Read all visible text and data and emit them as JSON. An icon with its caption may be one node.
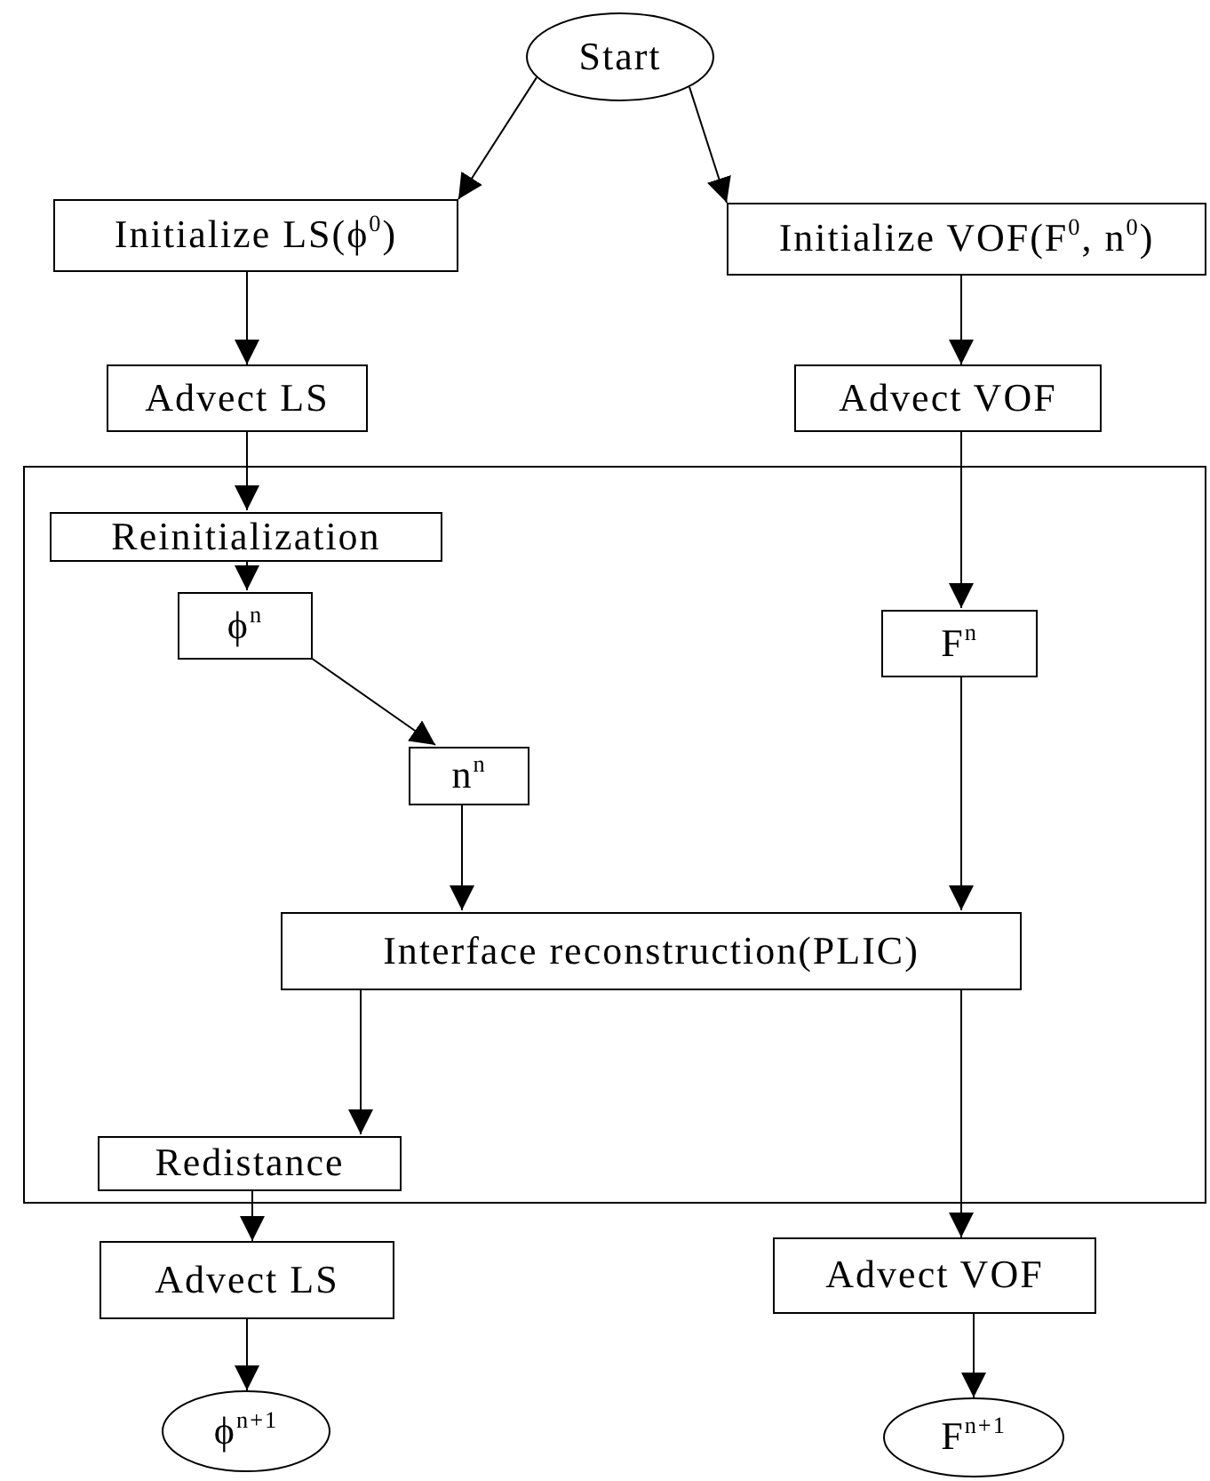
{
  "diagram": {
    "nodes": [
      {
        "text": [
          "Start"
        ]
      },
      {
        "text": [
          "Initialize LS(ϕ$^{0}$)"
        ]
      },
      {
        "text": [
          "Initialize VOF(F$^{0}$, n$^{0}$)"
        ]
      },
      {
        "text": [
          "Advect LS"
        ]
      },
      {
        "text": [
          "Advect VOF"
        ]
      },
      {
        "text": [],
        "shape": "box"
      },
      {
        "text": [
          "Reinitialization"
        ],
        "in": 5
      },
      {
        "text": [
          "ϕ$^{n}$"
        ],
        "in": 5
      },
      {
        "text": [
          "F$^{n}$"
        ],
        "in": 5
      },
      {
        "text": [
          "n$^{n}$"
        ],
        "in": 5
      },
      {
        "text": [
          "Interface reconstruction(PLIC)"
        ],
        "in": 5
      },
      {
        "text": [
          "Redistance"
        ],
        "in": 5
      },
      {
        "text": [
          "Advect LS"
        ]
      },
      {
        "text": [
          "Advect VOF"
        ]
      },
      {
        "text": [
          "ϕ$^{n+1}$"
        ]
      },
      {
        "text": [
          "F$^{n+1}$"
        ]
      }
    ],
    "edges": [
      {
        "from": 0,
        "to": 1,
        "arrow": "to"
      },
      {
        "from": 0,
        "to": 2,
        "arrow": "to"
      },
      {
        "from": 1,
        "to": 3,
        "arrow": "to"
      },
      {
        "from": 2,
        "to": 4,
        "arrow": "to"
      },
      {
        "from": 3,
        "to": 6,
        "arrow": "to"
      },
      {
        "from": 4,
        "to": 8,
        "arrow": "to"
      },
      {
        "from": 6,
        "to": 7,
        "arrow": "to"
      },
      {
        "from": 7,
        "to": 9,
        "arrow": "to"
      },
      {
        "from": 9,
        "to": 10,
        "arrow": "to"
      },
      {
        "from": 8,
        "to": 10,
        "arrow": "to"
      },
      {
        "from": 10,
        "to": 11,
        "arrow": "to"
      },
      {
        "from": 11,
        "to": 12,
        "arrow": "to"
      },
      {
        "from": 10,
        "to": 13,
        "arrow": "to"
      },
      {
        "from": 12,
        "to": 14,
        "arrow": "to"
      },
      {
        "from": 13,
        "to": 15,
        "arrow": "to"
      }
    ]
  }
}
